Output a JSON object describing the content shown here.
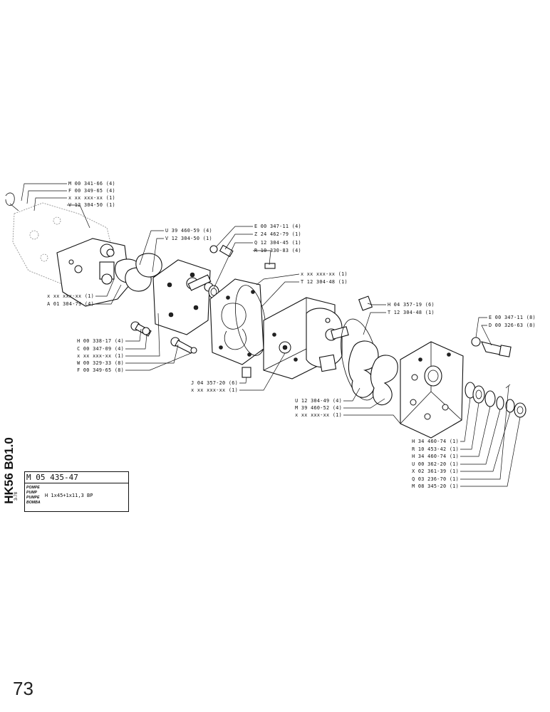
{
  "document": {
    "side_code": "HK56 B01.0",
    "side_date": "3-78",
    "page_number": "73"
  },
  "title_block": {
    "reference": "M 05 435-47",
    "names": [
      "POMPE",
      "PUMP",
      "PUMPE",
      "BOMBA"
    ],
    "spec": "H 1x45+1x11,3 BP"
  },
  "callouts": {
    "c1": "M 00 341-66 (4)",
    "c2": "F 00 349-65 (4)",
    "c3": "x xx xxx-xx (1)",
    "c4": "V 12 304-50 (1)",
    "c5": "U 39 460-59 (4)",
    "c6": "V 12 304-50 (1)",
    "c7": "E 00 347-11 (4)",
    "c8": "Z 24 462-79 (1)",
    "c9": "Q 12 304-45 (1)",
    "c10": "R 10 330-83 (4)",
    "c11": "x xx xxx-xx (1)",
    "c12": "T 12 304-48 (1)",
    "c13": "H 04 357-19 (6)",
    "c14": "T 12 304-48 (1)",
    "c15": "E 00 347-11 (8)",
    "c16": "D 00 326-63 (8)",
    "c17": "x xx xxx-xx (1)",
    "c18": "A 01 304-79 (4)",
    "c19": "H 00 338-17 (4)",
    "c20": "C 00 347-09 (4)",
    "c21": "x xx xxx-xx (1)",
    "c22": "W 00 329-33 (8)",
    "c23": "F 00 349-65 (8)",
    "c24": "J 04 357-20 (6)",
    "c25": "x xx xxx-xx (1)",
    "c26": "U 12 304-49 (4)",
    "c27": "M 39 460-52 (4)",
    "c28": "x xx xxx-xx (1)",
    "c29": "H 34 460-74 (1)",
    "c30": "R 10 453-42 (1)",
    "c31": "H 34 460-74 (1)",
    "c32": "U 00 362-20 (1)",
    "c33": "X 02 361-39 (1)",
    "c34": "Q 03 236-70 (1)",
    "c35": "M 08 345-20 (1)"
  }
}
